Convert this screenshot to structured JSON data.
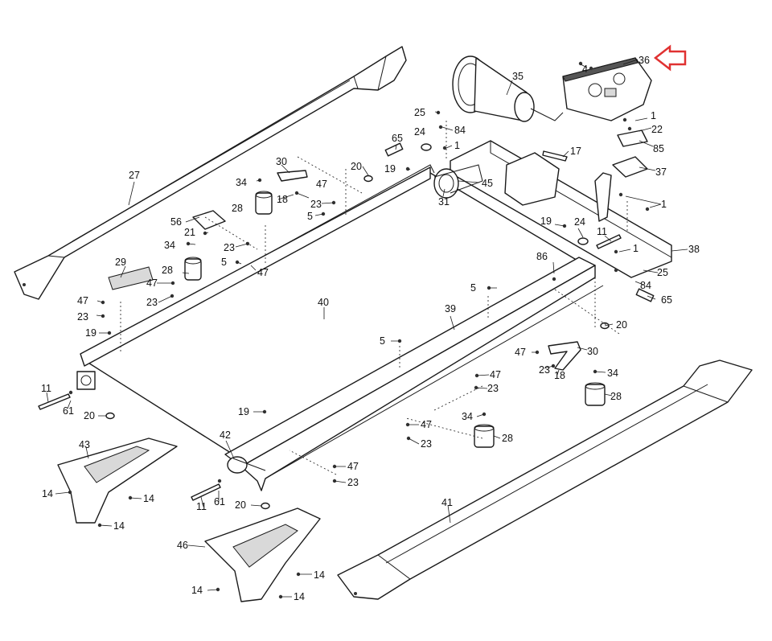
{
  "highlight_color": "#e03131",
  "callout_icon": "arrow-left-icon",
  "labels": [
    {
      "id": "l36",
      "text": "36"
    },
    {
      "id": "l4",
      "text": "4"
    },
    {
      "id": "l35",
      "text": "35"
    },
    {
      "id": "l1a",
      "text": "1"
    },
    {
      "id": "l22",
      "text": "22"
    },
    {
      "id": "l85",
      "text": "85"
    },
    {
      "id": "l37",
      "text": "37"
    },
    {
      "id": "l1b",
      "text": "1"
    },
    {
      "id": "l17",
      "text": "17"
    },
    {
      "id": "l25a",
      "text": "25"
    },
    {
      "id": "l84a",
      "text": "84"
    },
    {
      "id": "l24a",
      "text": "24"
    },
    {
      "id": "l1c",
      "text": "1"
    },
    {
      "id": "l65a",
      "text": "65"
    },
    {
      "id": "l45",
      "text": "45"
    },
    {
      "id": "l31",
      "text": "31"
    },
    {
      "id": "l19a",
      "text": "19"
    },
    {
      "id": "l20a",
      "text": "20"
    },
    {
      "id": "l27",
      "text": "27"
    },
    {
      "id": "l30a",
      "text": "30"
    },
    {
      "id": "l34a",
      "text": "34"
    },
    {
      "id": "l47a",
      "text": "47"
    },
    {
      "id": "l18a",
      "text": "18"
    },
    {
      "id": "l23a",
      "text": "23"
    },
    {
      "id": "l5a",
      "text": "5"
    },
    {
      "id": "l28a",
      "text": "28"
    },
    {
      "id": "l56",
      "text": "56"
    },
    {
      "id": "l21",
      "text": "21"
    },
    {
      "id": "l34b",
      "text": "34"
    },
    {
      "id": "l23b",
      "text": "23"
    },
    {
      "id": "l5b",
      "text": "5"
    },
    {
      "id": "l47b",
      "text": "47"
    },
    {
      "id": "l29",
      "text": "29"
    },
    {
      "id": "l28b",
      "text": "28"
    },
    {
      "id": "l47c",
      "text": "47"
    },
    {
      "id": "l23c",
      "text": "23"
    },
    {
      "id": "l47d",
      "text": "47"
    },
    {
      "id": "l23d",
      "text": "23"
    },
    {
      "id": "l19b",
      "text": "19"
    },
    {
      "id": "l40",
      "text": "40"
    },
    {
      "id": "l19c",
      "text": "19"
    },
    {
      "id": "l24b",
      "text": "24"
    },
    {
      "id": "l11a",
      "text": "11"
    },
    {
      "id": "l1d",
      "text": "1"
    },
    {
      "id": "l38",
      "text": "38"
    },
    {
      "id": "l86",
      "text": "86"
    },
    {
      "id": "l25b",
      "text": "25"
    },
    {
      "id": "l84b",
      "text": "84"
    },
    {
      "id": "l65b",
      "text": "65"
    },
    {
      "id": "l5c",
      "text": "5"
    },
    {
      "id": "l39",
      "text": "39"
    },
    {
      "id": "l20b",
      "text": "20"
    },
    {
      "id": "l5d",
      "text": "5"
    },
    {
      "id": "l30b",
      "text": "30"
    },
    {
      "id": "l47e",
      "text": "47"
    },
    {
      "id": "l23e",
      "text": "23"
    },
    {
      "id": "l18b",
      "text": "18"
    },
    {
      "id": "l34c",
      "text": "34"
    },
    {
      "id": "l28c",
      "text": "28"
    },
    {
      "id": "l47f",
      "text": "47"
    },
    {
      "id": "l23f",
      "text": "23"
    },
    {
      "id": "l11b",
      "text": "11"
    },
    {
      "id": "l61a",
      "text": "61"
    },
    {
      "id": "l20c",
      "text": "20"
    },
    {
      "id": "l19d",
      "text": "19"
    },
    {
      "id": "l34d",
      "text": "34"
    },
    {
      "id": "l47g",
      "text": "47"
    },
    {
      "id": "l28d",
      "text": "28"
    },
    {
      "id": "l23g",
      "text": "23"
    },
    {
      "id": "l42",
      "text": "42"
    },
    {
      "id": "l47h",
      "text": "47"
    },
    {
      "id": "l23h",
      "text": "23"
    },
    {
      "id": "l43",
      "text": "43"
    },
    {
      "id": "l14a",
      "text": "14"
    },
    {
      "id": "l14b",
      "text": "14"
    },
    {
      "id": "l14c",
      "text": "14"
    },
    {
      "id": "l11c",
      "text": "11"
    },
    {
      "id": "l61b",
      "text": "61"
    },
    {
      "id": "l20d",
      "text": "20"
    },
    {
      "id": "l41",
      "text": "41"
    },
    {
      "id": "l46",
      "text": "46"
    },
    {
      "id": "l14d",
      "text": "14"
    },
    {
      "id": "l14e",
      "text": "14"
    },
    {
      "id": "l14f",
      "text": "14"
    }
  ]
}
